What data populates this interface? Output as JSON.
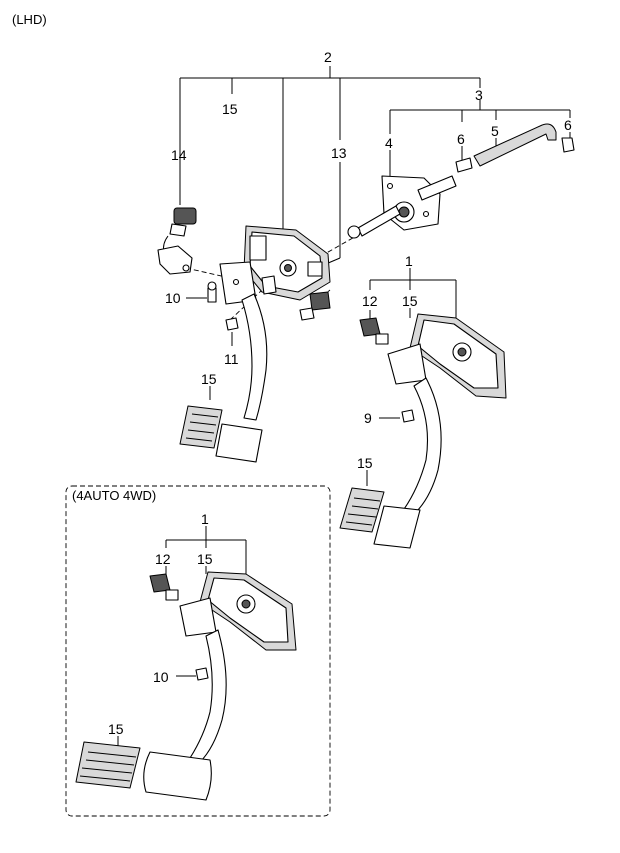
{
  "header": {
    "variant": "(LHD)"
  },
  "inset": {
    "title": "(4AUTO 4WD)"
  },
  "callouts": {
    "c2": "2",
    "c15_top": "15",
    "c3": "3",
    "c4": "4",
    "c6_a": "6",
    "c5": "5",
    "c6_b": "6",
    "c14": "14",
    "c13": "13",
    "c1": "1",
    "c12": "12",
    "c15_mid": "15",
    "c10": "10",
    "c11": "11",
    "c15_left": "15",
    "c9": "9",
    "c15_right": "15",
    "i1": "1",
    "i12": "12",
    "i15_a": "15",
    "i10": "10",
    "i15_b": "15"
  }
}
